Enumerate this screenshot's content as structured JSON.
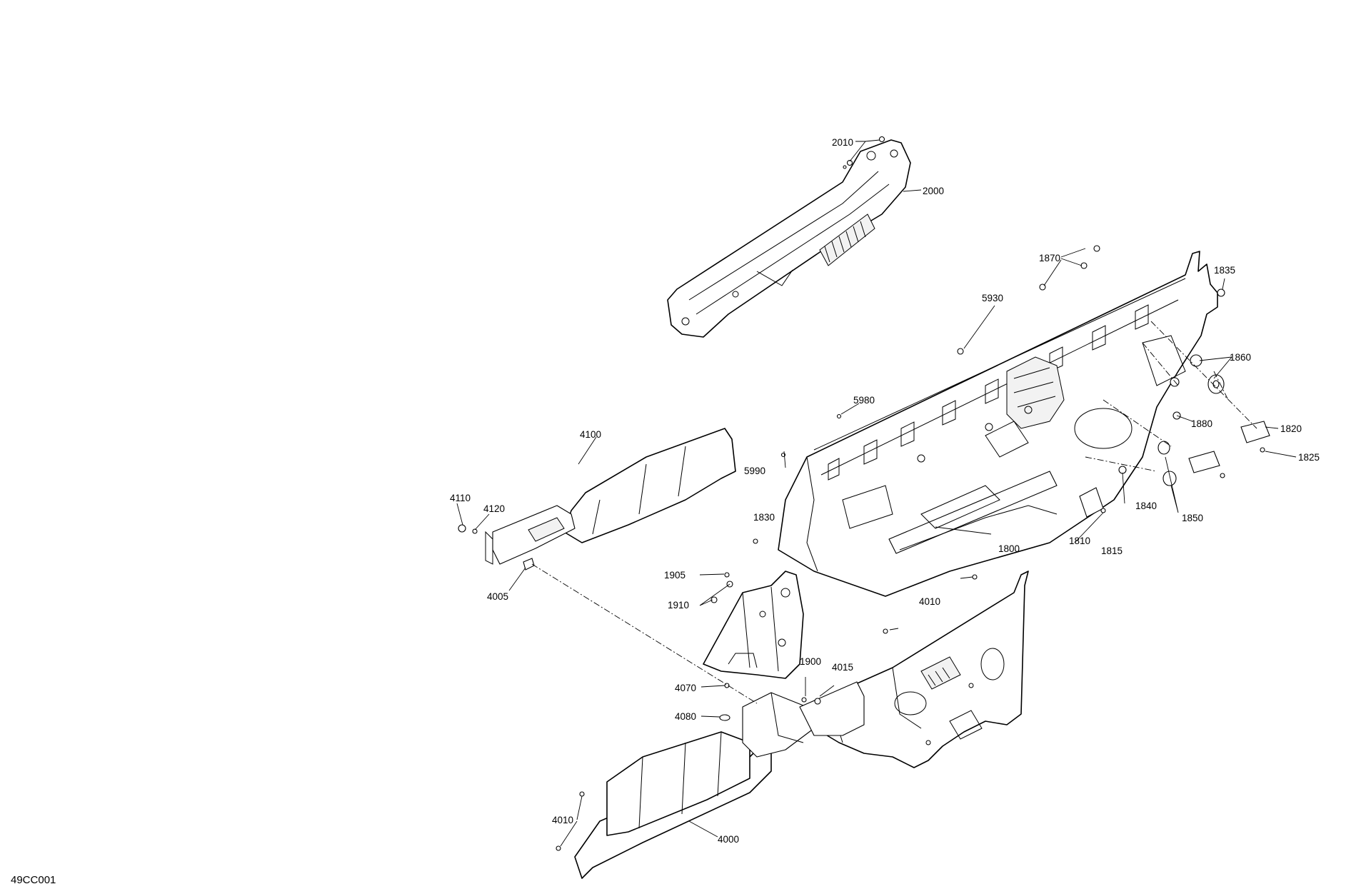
{
  "figure": {
    "code": "49CC001"
  },
  "callouts": {
    "c2010": "2010",
    "c2000": "2000",
    "c1870": "1870",
    "c1835": "1835",
    "c5930": "5930",
    "c1860": "1860",
    "c1880": "1880",
    "c1820": "1820",
    "c1825": "1825",
    "c5980": "5980",
    "c4100": "4100",
    "c5990": "5990",
    "c1840": "1840",
    "c1850": "1850",
    "c4110": "4110",
    "c4120": "4120",
    "c1830": "1830",
    "c1810": "1810",
    "c1815": "1815",
    "c1800": "1800",
    "c4005": "4005",
    "c1905": "1905",
    "c1910": "1910",
    "c4010a": "4010",
    "c1900": "1900",
    "c4015": "4015",
    "c4070": "4070",
    "c4080": "4080",
    "c4010b": "4010",
    "c4000": "4000"
  }
}
